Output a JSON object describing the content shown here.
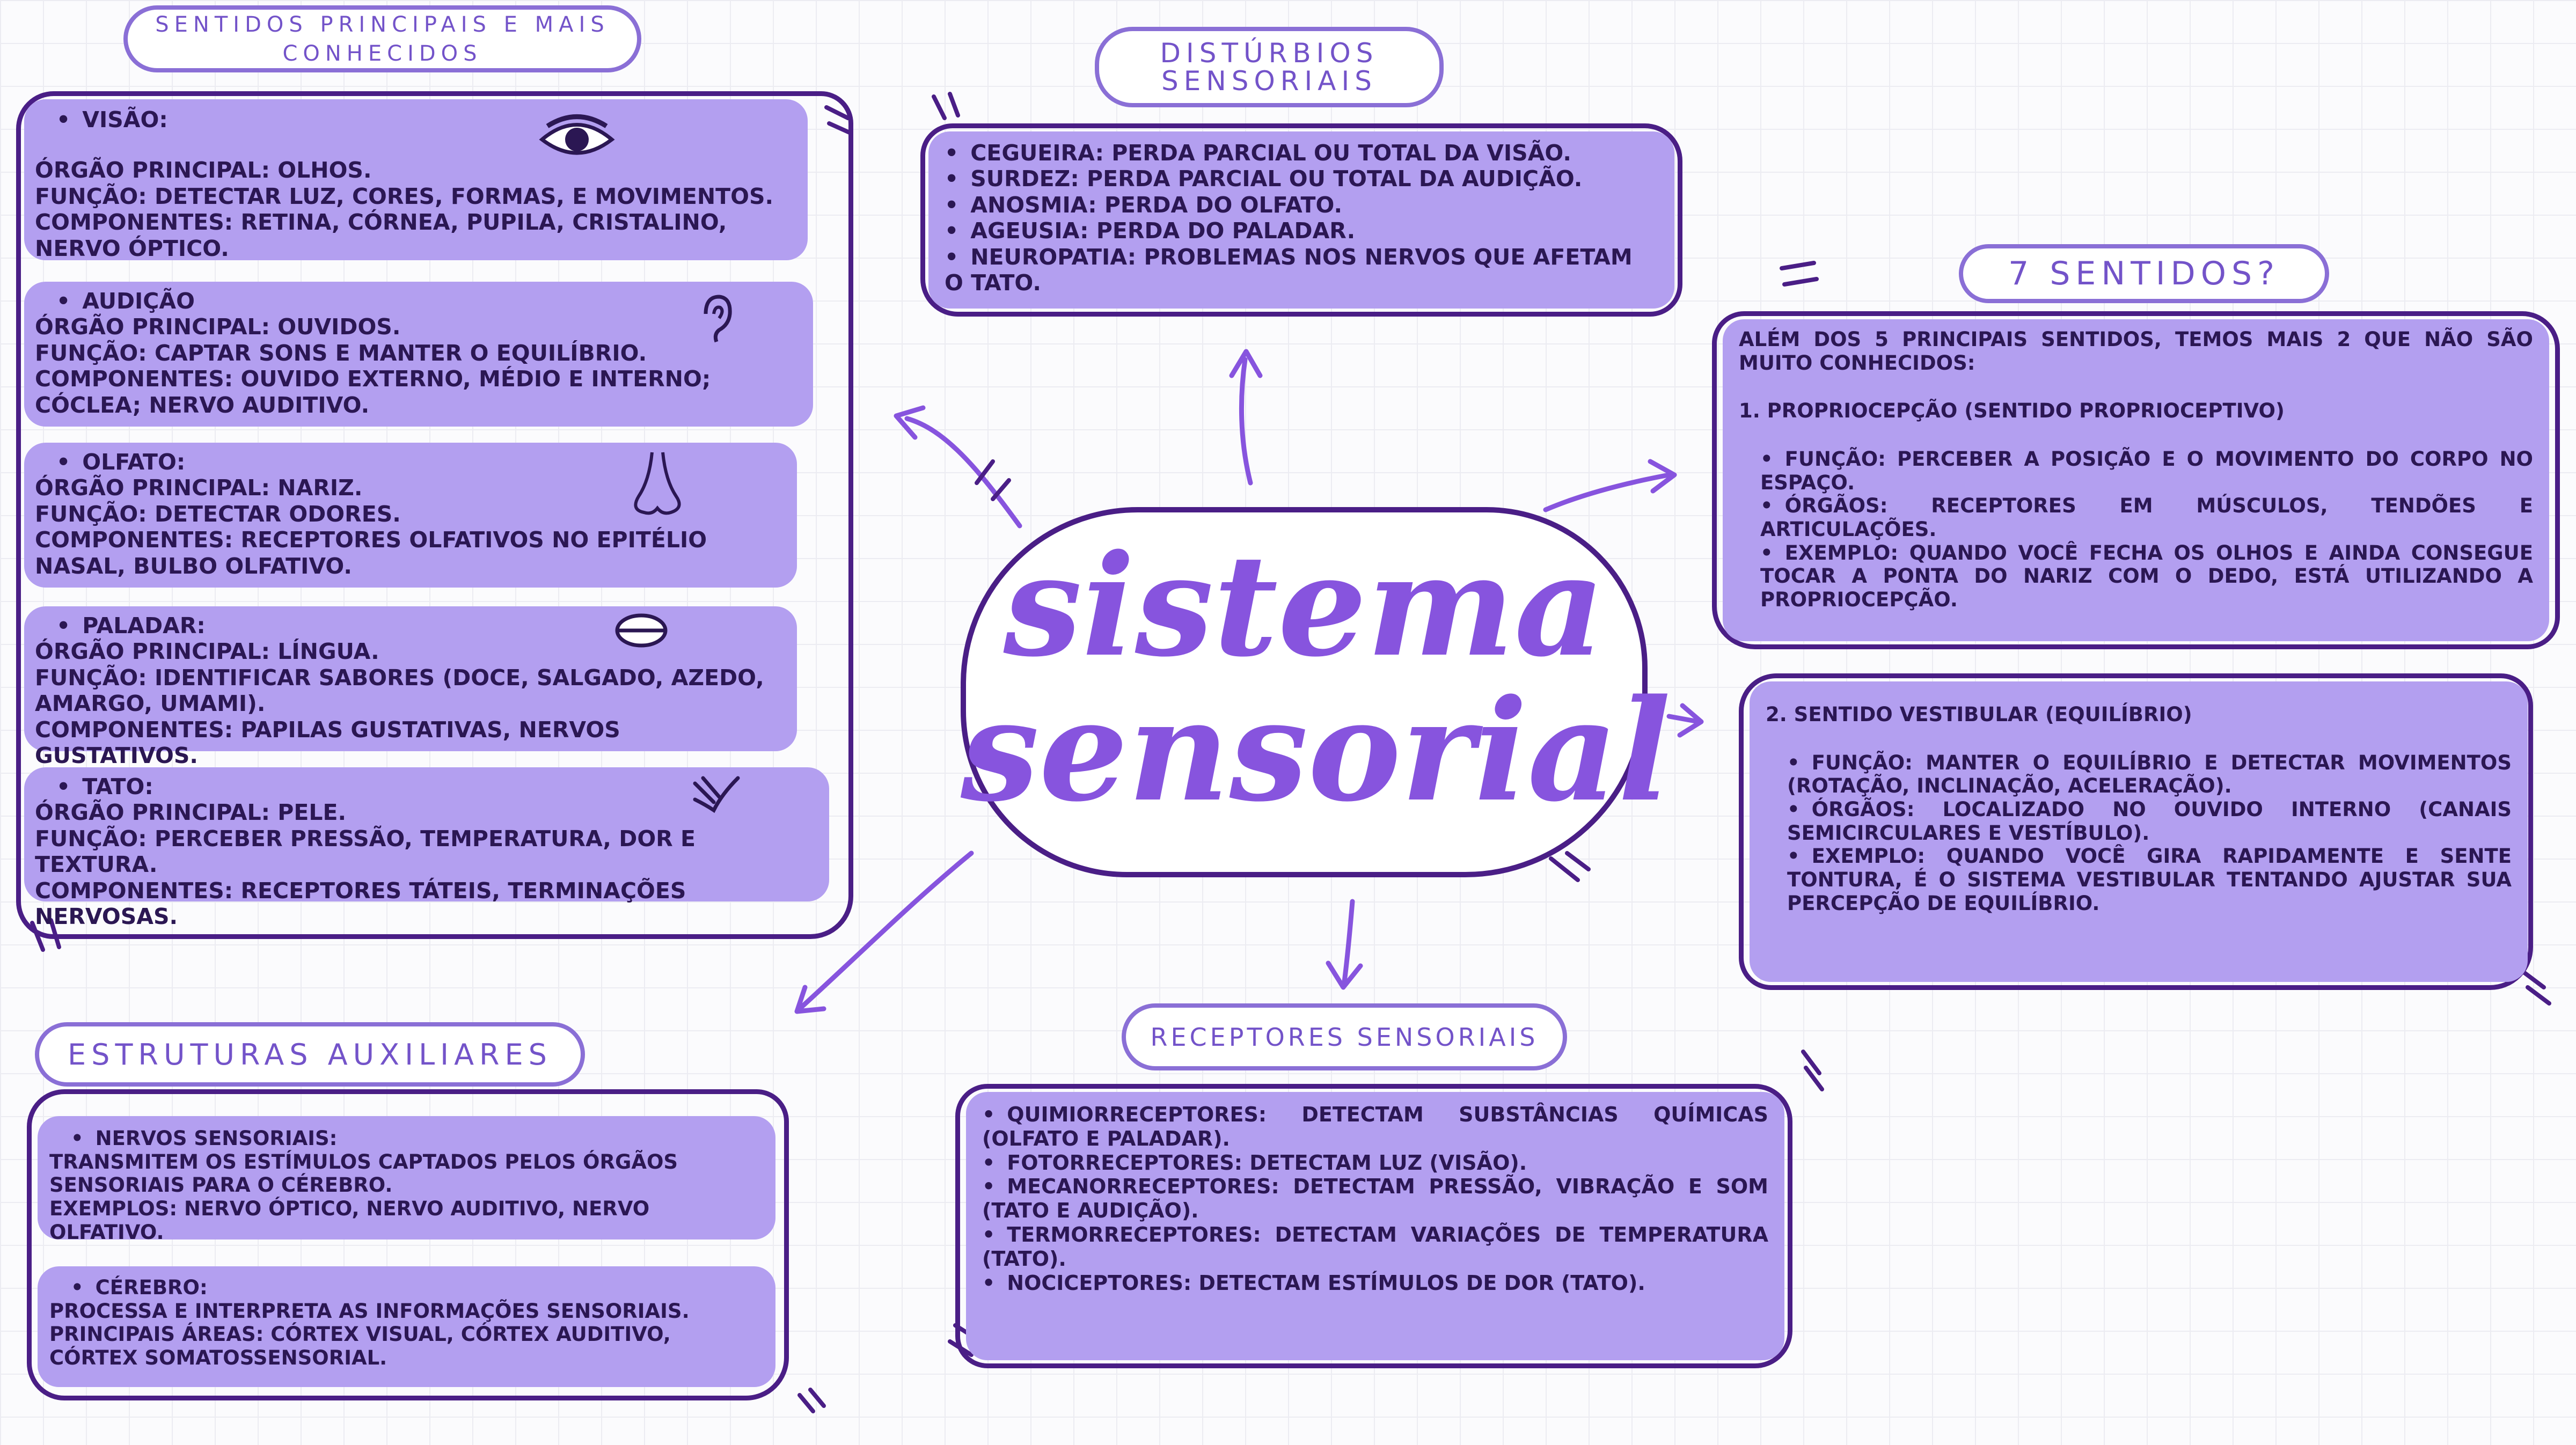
{
  "center": {
    "line1": "sistema",
    "line2": "sensorial"
  },
  "sentidos": {
    "title": "SENTIDOS PRINCIPAIS E MAIS CONHECIDOS",
    "visao": {
      "heading": "VISÃO:",
      "orgao": "ÓRGÃO PRINCIPAL: OLHOS.",
      "funcao": "FUNÇÃO: DETECTAR LUZ, CORES, FORMAS, E MOVIMENTOS.",
      "componentes": "COMPONENTES: RETINA, CÓRNEA, PUPILA, CRISTALINO, NERVO ÓPTICO."
    },
    "audicao": {
      "heading": "AUDIÇÃO",
      "orgao": "ÓRGÃO PRINCIPAL: OUVIDOS.",
      "funcao": "FUNÇÃO: CAPTAR SONS E MANTER O EQUILÍBRIO.",
      "componentes": "COMPONENTES: OUVIDO EXTERNO, MÉDIO E INTERNO; CÓCLEA; NERVO AUDITIVO."
    },
    "olfato": {
      "heading": "OLFATO:",
      "orgao": "ÓRGÃO PRINCIPAL: NARIZ.",
      "funcao": "FUNÇÃO: DETECTAR ODORES.",
      "componentes": "COMPONENTES: RECEPTORES OLFATIVOS NO EPITÉLIO NASAL, BULBO OLFATIVO."
    },
    "paladar": {
      "heading": "PALADAR:",
      "orgao": "ÓRGÃO PRINCIPAL: LÍNGUA.",
      "funcao": "FUNÇÃO: IDENTIFICAR SABORES (DOCE, SALGADO, AZEDO, AMARGO, UMAMI).",
      "componentes": "COMPONENTES: PAPILAS GUSTATIVAS, NERVOS GUSTATIVOS."
    },
    "tato": {
      "heading": "TATO:",
      "orgao": "ÓRGÃO PRINCIPAL: PELE.",
      "funcao": "FUNÇÃO: PERCEBER PRESSÃO, TEMPERATURA, DOR E TEXTURA.",
      "componentes": "COMPONENTES: RECEPTORES TÁTEIS, TERMINAÇÕES NERVOSAS."
    }
  },
  "disturbios": {
    "title": "DISTÚRBIOS SENSORIAIS",
    "items": [
      "CEGUEIRA: PERDA PARCIAL OU TOTAL DA VISÃO.",
      "SURDEZ: PERDA PARCIAL OU TOTAL DA AUDIÇÃO.",
      "ANOSMIA: PERDA DO OLFATO.",
      "AGEUSIA: PERDA DO PALADAR.",
      "NEUROPATIA: PROBLEMAS NOS NERVOS QUE AFETAM O TATO."
    ]
  },
  "sete": {
    "title": "7 SENTIDOS?",
    "intro": "ALÉM DOS 5 PRINCIPAIS SENTIDOS, TEMOS MAIS 2 QUE NÃO SÃO MUITO CONHECIDOS:",
    "p1_title": "1. PROPRIOCEPÇÃO (SENTIDO PROPRIOCEPTIVO)",
    "p1_items": [
      "FUNÇÃO: PERCEBER A POSIÇÃO E O MOVIMENTO DO CORPO NO ESPAÇO.",
      "ÓRGÃOS: RECEPTORES EM MÚSCULOS, TENDÕES E ARTICULAÇÕES.",
      "EXEMPLO: QUANDO VOCÊ FECHA OS OLHOS E AINDA CONSEGUE TOCAR A PONTA DO NARIZ COM O DEDO, ESTÁ UTILIZANDO A PROPRIOCEPÇÃO."
    ],
    "p2_title": "2. SENTIDO VESTIBULAR (EQUILÍBRIO)",
    "p2_items": [
      "FUNÇÃO: MANTER O EQUILÍBRIO E DETECTAR MOVIMENTOS (ROTAÇÃO, INCLINAÇÃO, ACELERAÇÃO).",
      "ÓRGÃOS: LOCALIZADO NO OUVIDO INTERNO (CANAIS SEMICIRCULARES E VESTÍBULO).",
      "EXEMPLO: QUANDO VOCÊ GIRA RAPIDAMENTE E SENTE TONTURA, É O SISTEMA VESTIBULAR TENTANDO AJUSTAR SUA PERCEPÇÃO DE EQUILÍBRIO."
    ]
  },
  "estruturas": {
    "title": "ESTRUTURAS AUXILIARES",
    "nervos": {
      "heading": "NERVOS SENSORIAIS:",
      "text": "TRANSMITEM OS ESTÍMULOS CAPTADOS PELOS ÓRGÃOS SENSORIAIS PARA O CÉREBRO.",
      "exemplos": "EXEMPLOS: NERVO ÓPTICO, NERVO AUDITIVO, NERVO OLFATIVO."
    },
    "cerebro": {
      "heading": "CÉREBRO:",
      "text": "PROCESSA E INTERPRETA AS INFORMAÇÕES SENSORIAIS.",
      "areas": "PRINCIPAIS ÁREAS: CÓRTEX VISUAL, CÓRTEX AUDITIVO, CÓRTEX SOMATOSSENSORIAL."
    }
  },
  "receptores": {
    "title": "RECEPTORES SENSORIAIS",
    "items": [
      "QUIMIORRECEPTORES: DETECTAM SUBSTÂNCIAS QUÍMICAS (OLFATO E PALADAR).",
      "FOTORRECEPTORES: DETECTAM LUZ (VISÃO).",
      "MECANORRECEPTORES: DETECTAM PRESSÃO, VIBRAÇÃO E SOM (TATO E AUDIÇÃO).",
      "TERMORRECEPTORES: DETECTAM VARIAÇÕES DE TEMPERATURA (TATO).",
      "NOCICEPTORES: DETECTAM ESTÍMULOS DE DOR (TATO)."
    ]
  },
  "colors": {
    "card": "#b39ff0",
    "outline": "#4a1e86",
    "title": "#8754de",
    "pill_border": "#8a6fd6"
  },
  "icons": [
    "eye-icon",
    "ear-icon",
    "nose-icon",
    "mouth-icon",
    "hand-icon"
  ]
}
